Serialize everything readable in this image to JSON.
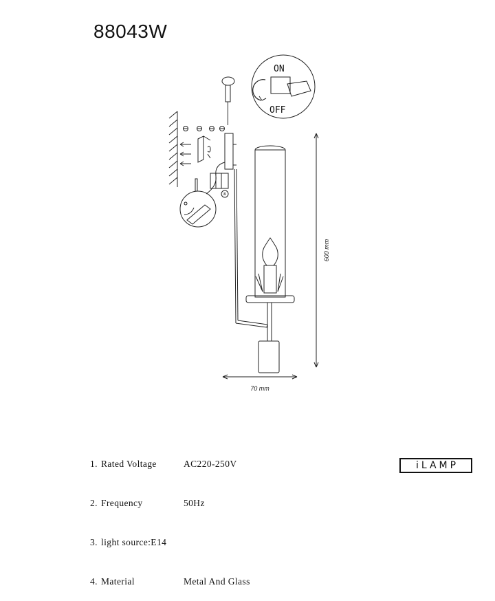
{
  "model": "88043W",
  "switch": {
    "on_label": "ON",
    "off_label": "OFF"
  },
  "dimensions": {
    "height_label": "600 mm",
    "width_label": "70 mm"
  },
  "step_number": "④",
  "specs": [
    {
      "num": "1.",
      "label": "Rated Voltage",
      "value": "AC220-250V"
    },
    {
      "num": "2.",
      "label": "Frequency",
      "value": "50Hz"
    },
    {
      "num": "3.",
      "label": "light source:E14",
      "value": ""
    },
    {
      "num": "4.",
      "label": "Material",
      "value": "Metal And Glass"
    }
  ],
  "brand": "iLAMP"
}
